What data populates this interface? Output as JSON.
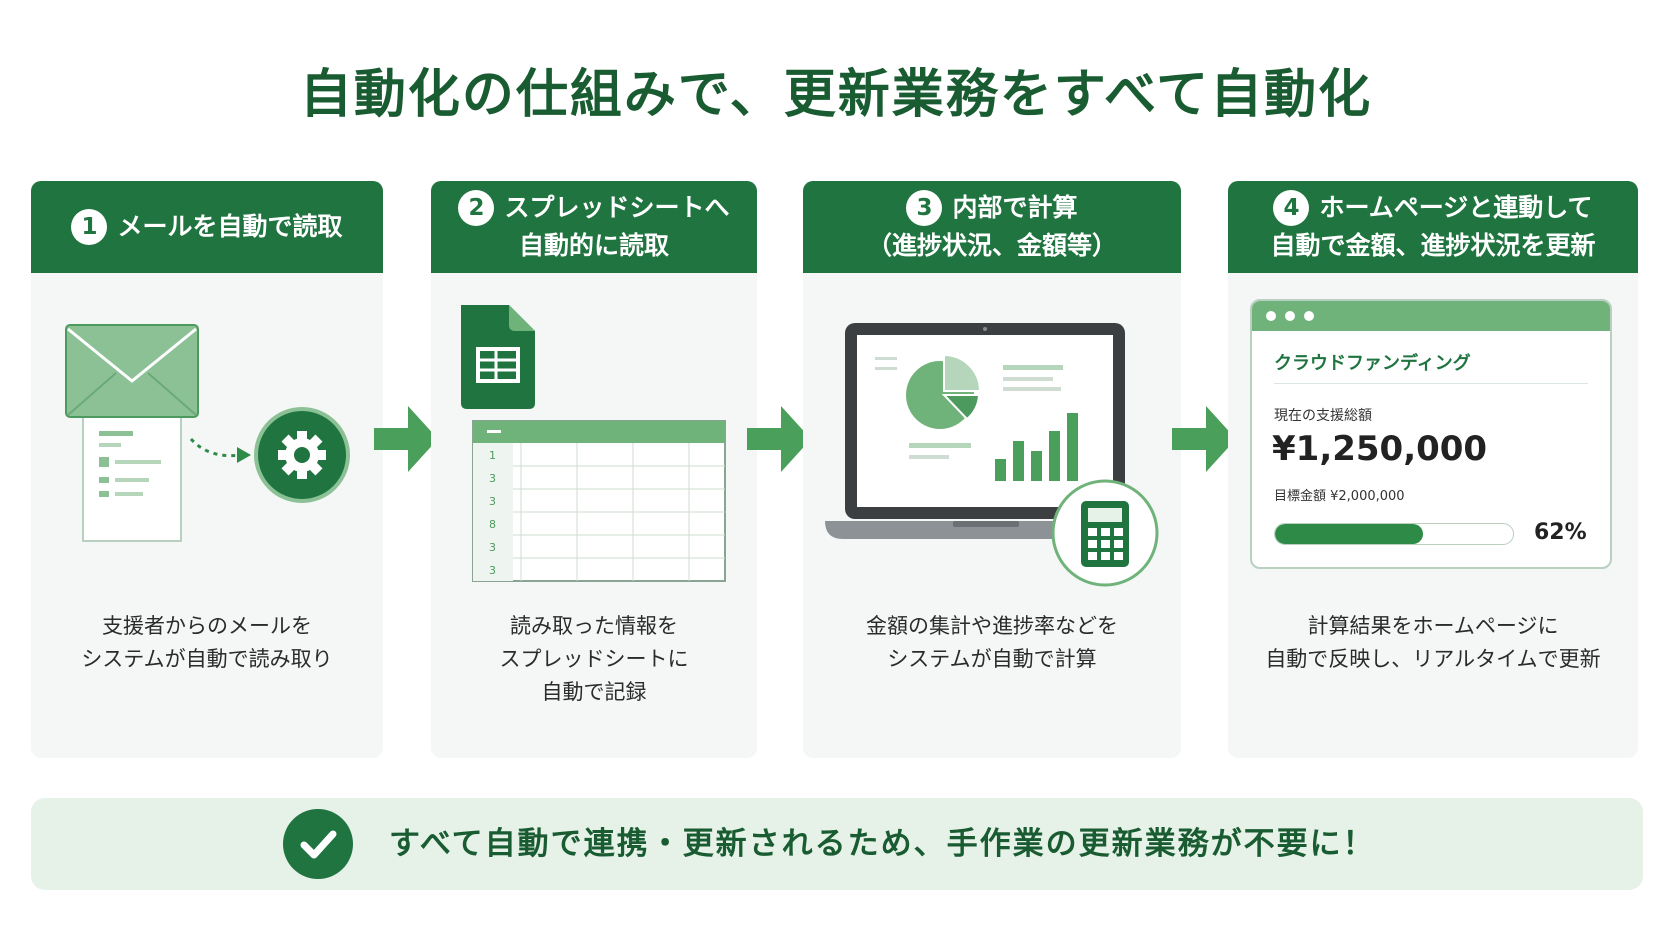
{
  "title": "自動化の仕組みで、更新業務をすべて自動化",
  "colors": {
    "primary": "#1f7440",
    "accent": "#6fb37a",
    "light": "#e6f1e8"
  },
  "steps": [
    {
      "number": "1",
      "header_line1": "メールを自動で読取",
      "header_line2": "",
      "icon": "envelope-to-gear-icon",
      "desc_line1": "支援者からのメールを",
      "desc_line2": "システムが自動で読み取り",
      "desc_line3": ""
    },
    {
      "number": "2",
      "header_line1": "スプレッドシートへ",
      "header_line2": "自動的に読取",
      "icon": "spreadsheet-icon",
      "desc_line1": "読み取った情報を",
      "desc_line2": "スプレッドシートに",
      "desc_line3": "自動で記録",
      "row_numbers": [
        "1",
        "3",
        "3",
        "8",
        "3",
        "3"
      ]
    },
    {
      "number": "3",
      "header_line1": "内部で計算",
      "header_line2": "（進捗状況、金額等）",
      "icon": "laptop-calculator-icon",
      "desc_line1": "金額の集計や進捗率などを",
      "desc_line2": "システムが自動で計算",
      "desc_line3": ""
    },
    {
      "number": "4",
      "header_line1": "ホームページと連動して",
      "header_line2": "自動で金額、進捗状況を更新",
      "icon": "browser-icon",
      "desc_line1": "計算結果をホームページに",
      "desc_line2": "自動で反映し、リアルタイムで更新",
      "desc_line3": ""
    }
  ],
  "widget": {
    "title": "クラウドファンディング",
    "label": "現在の支援総額",
    "amount": "¥1,250,000",
    "target": "目標金額 ¥2,000,000",
    "progress_percent": 62,
    "percent_text": "62%"
  },
  "banner": {
    "text": "すべて自動で連携・更新されるため、手作業の更新業務が不要に！",
    "icon": "check-circle-icon"
  }
}
